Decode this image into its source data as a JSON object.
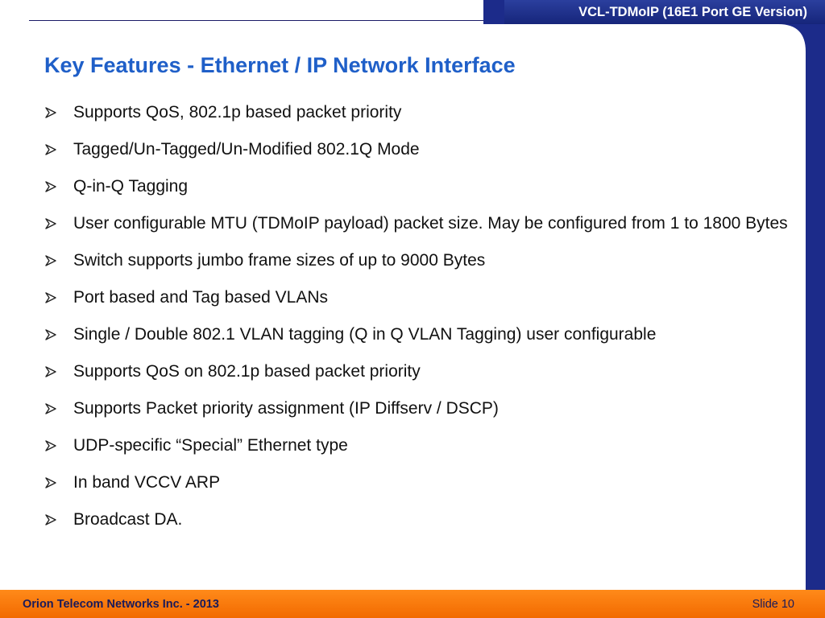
{
  "header": {
    "banner_text": "VCL-TDMoIP (16E1 Port GE Version)"
  },
  "title": "Key Features - Ethernet / IP Network Interface",
  "bullets": [
    "Supports QoS, 802.1p based packet priority",
    "Tagged/Un-Tagged/Un-Modified 802.1Q Mode",
    "Q-in-Q Tagging",
    "User configurable MTU (TDMoIP payload) packet size. May be configured from 1 to 1800 Bytes",
    "Switch supports jumbo frame sizes of up to 9000 Bytes",
    "Port based and Tag based VLANs",
    "Single / Double 802.1 VLAN tagging (Q in Q VLAN Tagging) user configurable",
    "Supports QoS on 802.1p based packet priority",
    "Supports Packet priority assignment (IP Diffserv / DSCP)",
    "UDP-specific “Special” Ethernet type",
    "In band VCCV ARP",
    "Broadcast DA."
  ],
  "bullet_icon": "arrow-right-icon",
  "footer": {
    "company": "Orion Telecom Networks Inc. - 2013",
    "slide_label": "Slide 10"
  },
  "colors": {
    "banner": "#1f2f8f",
    "title": "#1f5fc8",
    "footer": "#f47a10",
    "footer_text": "#1a1a5a"
  }
}
